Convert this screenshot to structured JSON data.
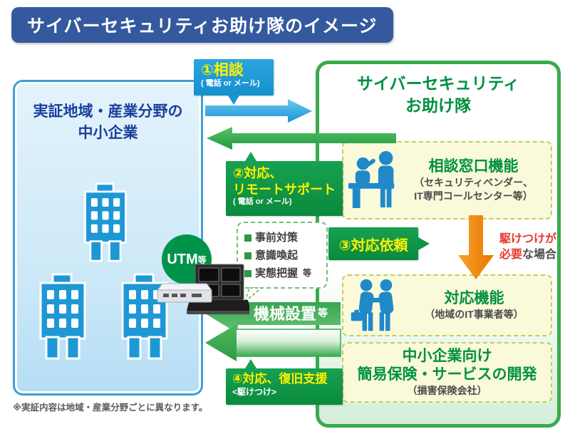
{
  "title": "サイバーセキュリティお助け隊のイメージ",
  "left_panel": {
    "title_line1": "実証地域・産業分野の",
    "title_line2": "中小企業",
    "utm_label": "UTM",
    "utm_suffix": "等"
  },
  "right_panel": {
    "title_line1": "サイバーセキュリティ",
    "title_line2": "お助け隊",
    "consult_box": {
      "title": "相談窓口機能",
      "sub_line1": "（セキュリティベンダー、",
      "sub_line2": "IT専門コールセンター等）"
    },
    "response_box": {
      "title": "対応機能",
      "sub": "（地域のIT事業者等）"
    },
    "insurance_box": {
      "title_line1": "中小企業向け",
      "title_line2": "簡易保険・サービスの開発",
      "sub": "（損害保険会社）"
    },
    "dispatch_note": {
      "line1": "駆けつけが",
      "red": "必要",
      "rest": "な場合"
    }
  },
  "flows": {
    "consult": {
      "label": "①相談",
      "sub": "( 電話 or メール)"
    },
    "remote_support": {
      "line1": "②対応、",
      "line2": "リモートサポート",
      "sub": "( 電話 or メール)"
    },
    "request": {
      "label": "③対応依頼"
    },
    "machine": {
      "label": "機械設置",
      "suffix": "等"
    },
    "recovery": {
      "label": "④対応、復旧支援",
      "sub": "<駆けつけ>"
    }
  },
  "bubble": {
    "items": [
      "事前対策",
      "意識喚起",
      "実態把握"
    ],
    "suffix": "等"
  },
  "footer": "※実証内容は地域・産業分野ごとに異なります。",
  "colors": {
    "badge_blue": "#35599e",
    "flow_blue": "#1b9cd8",
    "green_dark": "#0f9347",
    "green_text": "#00913f",
    "arrow_green": "#3cb24a",
    "orange": "#ef8200",
    "red": "#e8392e",
    "label_yellow": "#fff100",
    "box_yellow": "#faf9da",
    "building_blue": "#1e98d5",
    "utm_green": "#00944b"
  }
}
